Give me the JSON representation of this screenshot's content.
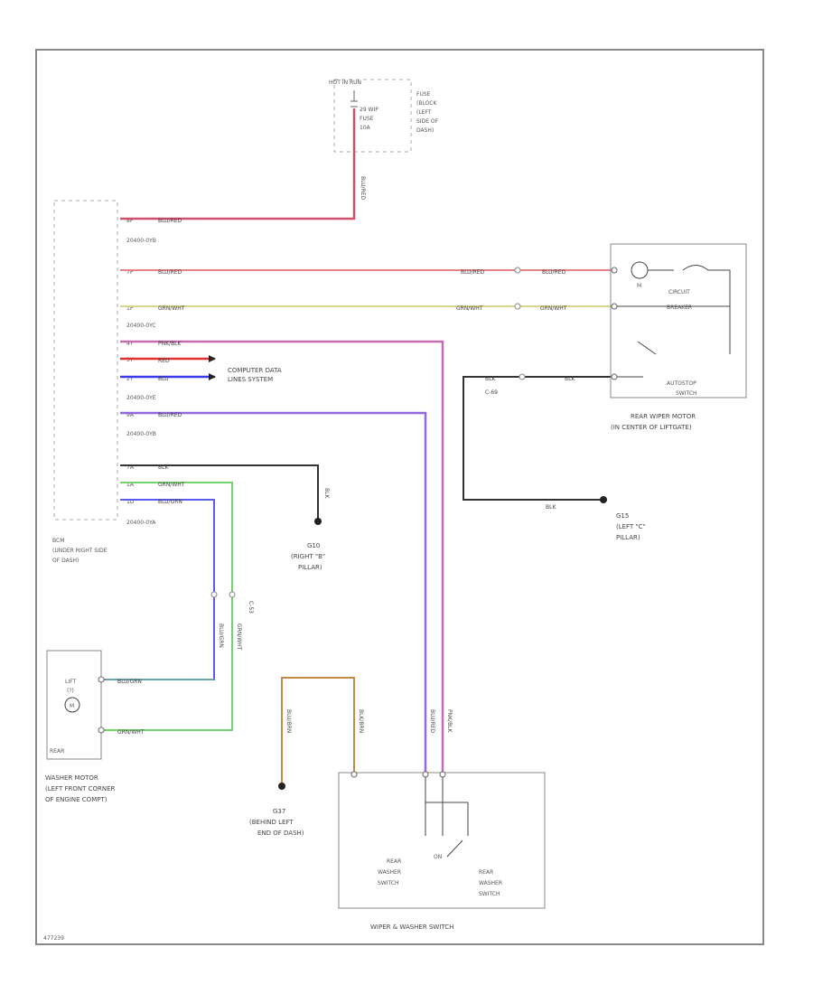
{
  "diagram_id": "477239",
  "fuse_box": {
    "header": "HOT IN RUN",
    "fuse_lines": [
      "29 WIP",
      "FUSE",
      "10A"
    ],
    "location_lines": [
      "FUSE",
      "(BLOCK",
      "(LEFT",
      "SIDE OF",
      "DASH)"
    ]
  },
  "bcm": {
    "lines": [
      "BCM",
      "(UNDER RIGHT SIDE",
      "OF DASH)"
    ]
  },
  "connectors": {
    "c1": "20400-0YB",
    "c2": "20400-0YC",
    "c3": "20400-0YE",
    "c4": "20400-0YB",
    "c5": "20400-0YA"
  },
  "pins": {
    "p1": "8P",
    "p2": "7P",
    "p3": "1P",
    "p4": "4Y",
    "p5": "3Y",
    "p6": "2Y",
    "p7": "9A",
    "p8": "7A",
    "p9": "1A",
    "p10": "1U"
  },
  "wires": {
    "w_fuse_vert": "BLU/RED",
    "w1": "BLU/RED",
    "w2a": "BLU/RED",
    "w2b": "BLU/RED",
    "w3a": "GRN/WHT",
    "w3b": "GRN/WHT",
    "w4": "PNK/BLK",
    "w5": "RED",
    "w6": "BLU",
    "w7": "BLU/RED",
    "w8": "BLK",
    "w9": "GRN/WHT",
    "w10": "BLU/GRN",
    "w11": "BLU/GRN",
    "w12": "GRN/WHT",
    "w13": "BLK",
    "w14": "BLK",
    "w15": "BLK",
    "w16": "BLK",
    "w_b1": "BLU/GRN",
    "w_b2": "GRN/WHT",
    "w_sw1": "BLU/BRN",
    "w_sw2": "BLK/BRN",
    "w_sw3": "BLU/RED",
    "w_sw4": "PNK/BLK",
    "w_g8": "BLK"
  },
  "rear_wiper": {
    "circuit_breaker": [
      "CIRCUIT",
      "BREAKER"
    ],
    "autostop": [
      "AUTOSTOP",
      "SWITCH"
    ],
    "name": "REAR WIPER MOTOR",
    "location": "(IN CENTER OF LIFTGATE)",
    "motor_symbol": "M"
  },
  "cds": [
    "COMPUTER DATA",
    "LINES SYSTEM"
  ],
  "c_pnl": "C-69",
  "c_wash": "C-53",
  "grounds": {
    "g_right": [
      "G10",
      "(RIGHT \"B\"",
      "PILLAR)"
    ],
    "g_left": [
      "G15",
      "(LEFT \"C\"",
      "PILLAR)"
    ],
    "g_dash": [
      "G37",
      "(BEHIND LEFT",
      "END OF DASH)"
    ]
  },
  "washer_motor": {
    "inner_top": "LIFT",
    "inner_top2": "(?)",
    "inner_bottom": "REAR",
    "motor_symbol": "M",
    "lines": [
      "WASHER MOTOR",
      "(LEFT FRONT CORNER",
      "OF ENGINE COMPT)"
    ]
  },
  "switch": {
    "title": "WIPER & WASHER SWITCH",
    "left_lines": [
      "REAR",
      "WASHER",
      "SWITCH"
    ],
    "on_label": "ON",
    "right_lines": [
      "REAR",
      "WASHER",
      "SWITCH"
    ]
  },
  "colors": {
    "blu_red": "#d07a8a",
    "red": "#e8828a",
    "grn_wht": "#cdd28a",
    "pnk_blk": "#c56bb0",
    "red_hot": "#e03030",
    "blu": "#3a3af0",
    "blu_pur": "#9068e0",
    "blk": "#333333",
    "grn": "#73d36a",
    "blu_grn": "#6aa2b0",
    "blu_v": "#5b5bef",
    "org": "#c68a46"
  }
}
